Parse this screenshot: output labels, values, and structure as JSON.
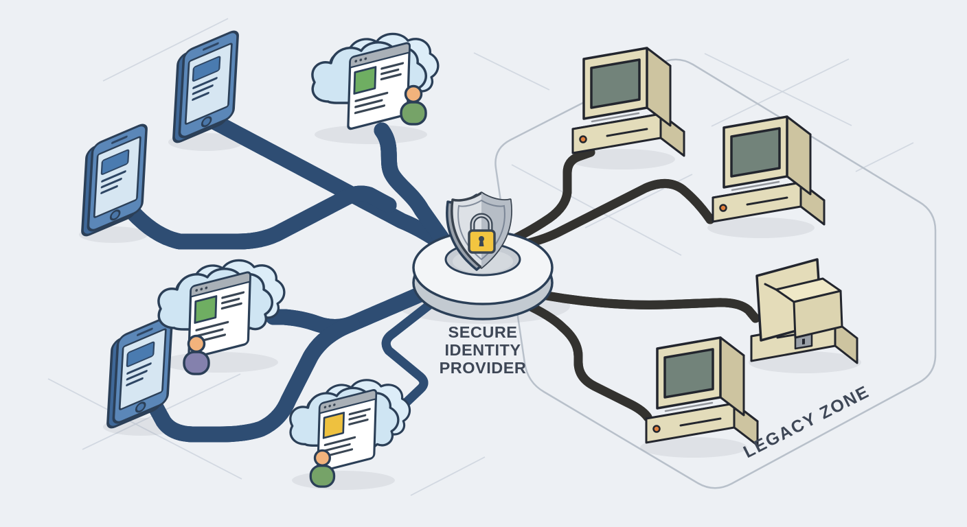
{
  "diagram": {
    "hub": {
      "lines": [
        "SECURE",
        "IDENTITY",
        "PROVIDER"
      ],
      "icon": "shield-lock-on-ring"
    },
    "legacy_zone": {
      "label": "LEGACY ZONE"
    },
    "modern_side": {
      "devices": [
        "smartphone",
        "smartphone",
        "smartphone",
        "cloud-web-app-with-user",
        "cloud-web-app-with-user",
        "cloud-web-app-with-user"
      ],
      "connection_style": "blue-dashed-road"
    },
    "legacy_side": {
      "devices": [
        "desktop-computer",
        "desktop-computer",
        "desktop-computer-back-view",
        "desktop-computer"
      ],
      "connection_style": "orange-cable"
    },
    "colors": {
      "background": "#edf0f4",
      "road_blue": "#6b94c4",
      "road_outline": "#2e4d73",
      "cable_orange": "#ee8a44",
      "device_blue": "#5b87b8",
      "legacy_beige": "#e3dcba",
      "cloud_blue": "#cfe5f3",
      "lock_gold": "#f3c540",
      "label_text": "#3e4756",
      "zone_border": "#b8c0ca"
    }
  }
}
